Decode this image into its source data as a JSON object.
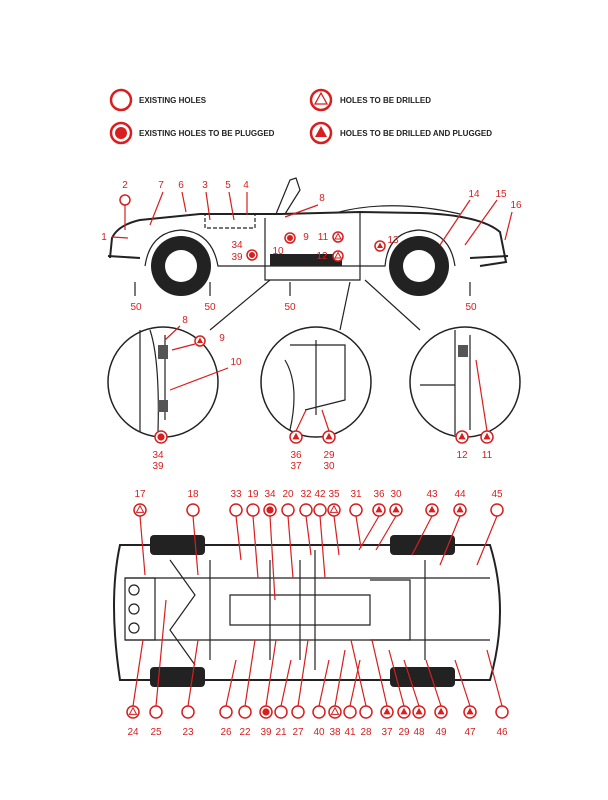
{
  "legend": {
    "existing": "EXISTING HOLES",
    "existing_plugged": "EXISTING HOLES TO BE PLUGGED",
    "drilled": "HOLES TO BE DRILLED",
    "drilled_plugged": "HOLES TO BE DRILLED AND PLUGGED"
  },
  "colors": {
    "marker": "#d81e1e",
    "line": "#222222"
  },
  "side_view": {
    "labels": [
      "2",
      "7",
      "6",
      "3",
      "5",
      "4",
      "8",
      "1",
      "34",
      "39",
      "10",
      "9",
      "11",
      "12",
      "13",
      "14",
      "15",
      "16",
      "50",
      "50",
      "50",
      "50"
    ]
  },
  "insets": {
    "left": [
      "8",
      "9",
      "10",
      "34",
      "39"
    ],
    "center": [
      "36",
      "37",
      "29",
      "30"
    ],
    "right": [
      "12",
      "11"
    ]
  },
  "underside": {
    "top_row": [
      {
        "n": "17",
        "t": "drilled"
      },
      {
        "n": "18",
        "t": "open"
      },
      {
        "n": "33",
        "t": "open"
      },
      {
        "n": "19",
        "t": "open"
      },
      {
        "n": "34",
        "t": "plugged"
      },
      {
        "n": "20",
        "t": "open"
      },
      {
        "n": "32",
        "t": "open"
      },
      {
        "n": "42",
        "t": "open"
      },
      {
        "n": "35",
        "t": "drilled"
      },
      {
        "n": "31",
        "t": "open"
      },
      {
        "n": "36",
        "t": "drilled_plugged"
      },
      {
        "n": "30",
        "t": "drilled_plugged"
      },
      {
        "n": "43",
        "t": "drilled_plugged"
      },
      {
        "n": "44",
        "t": "drilled_plugged"
      },
      {
        "n": "45",
        "t": "open"
      }
    ],
    "bottom_row": [
      {
        "n": "24",
        "t": "drilled"
      },
      {
        "n": "25",
        "t": "open"
      },
      {
        "n": "23",
        "t": "open"
      },
      {
        "n": "26",
        "t": "open"
      },
      {
        "n": "22",
        "t": "open"
      },
      {
        "n": "39",
        "t": "plugged"
      },
      {
        "n": "21",
        "t": "open"
      },
      {
        "n": "27",
        "t": "open"
      },
      {
        "n": "40",
        "t": "open"
      },
      {
        "n": "38",
        "t": "drilled"
      },
      {
        "n": "41",
        "t": "open"
      },
      {
        "n": "28",
        "t": "open"
      },
      {
        "n": "37",
        "t": "drilled_plugged"
      },
      {
        "n": "29",
        "t": "drilled_plugged"
      },
      {
        "n": "48",
        "t": "drilled_plugged"
      },
      {
        "n": "49",
        "t": "drilled_plugged"
      },
      {
        "n": "47",
        "t": "drilled_plugged"
      },
      {
        "n": "46",
        "t": "open"
      }
    ]
  }
}
